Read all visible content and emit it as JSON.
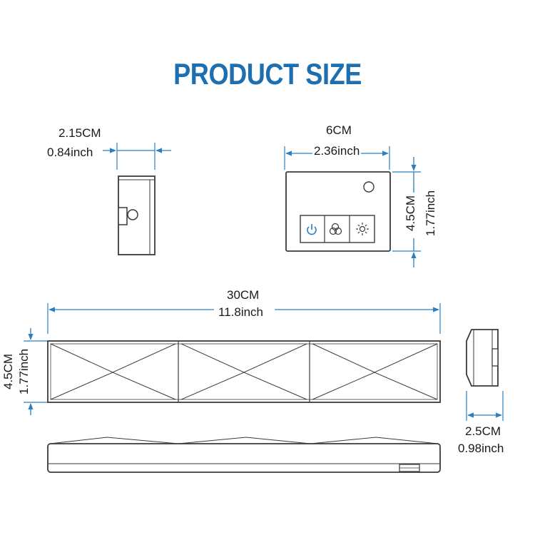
{
  "title": "PRODUCT SIZE",
  "colors": {
    "title": "#1d6fb0",
    "dimension_lines": "#2b7fc0",
    "outline": "#3a3a3a"
  },
  "dimensions": {
    "side_width": {
      "cm": "2.15CM",
      "inch": "0.84inch"
    },
    "panel_width": {
      "cm": "6CM",
      "inch": "2.36inch"
    },
    "panel_height": {
      "cm": "4.5CM",
      "inch": "1.77inch"
    },
    "bar_length": {
      "cm": "30CM",
      "inch": "11.8inch"
    },
    "bar_height": {
      "cm": "4.5CM",
      "inch": "1.77inch"
    },
    "end_depth": {
      "cm": "2.5CM",
      "inch": "0.98inch"
    }
  },
  "control_panel": {
    "buttons": [
      {
        "icon": "power-icon"
      },
      {
        "icon": "color-temperature-icon"
      },
      {
        "icon": "brightness-icon"
      }
    ],
    "sensor": "sensor-icon"
  }
}
